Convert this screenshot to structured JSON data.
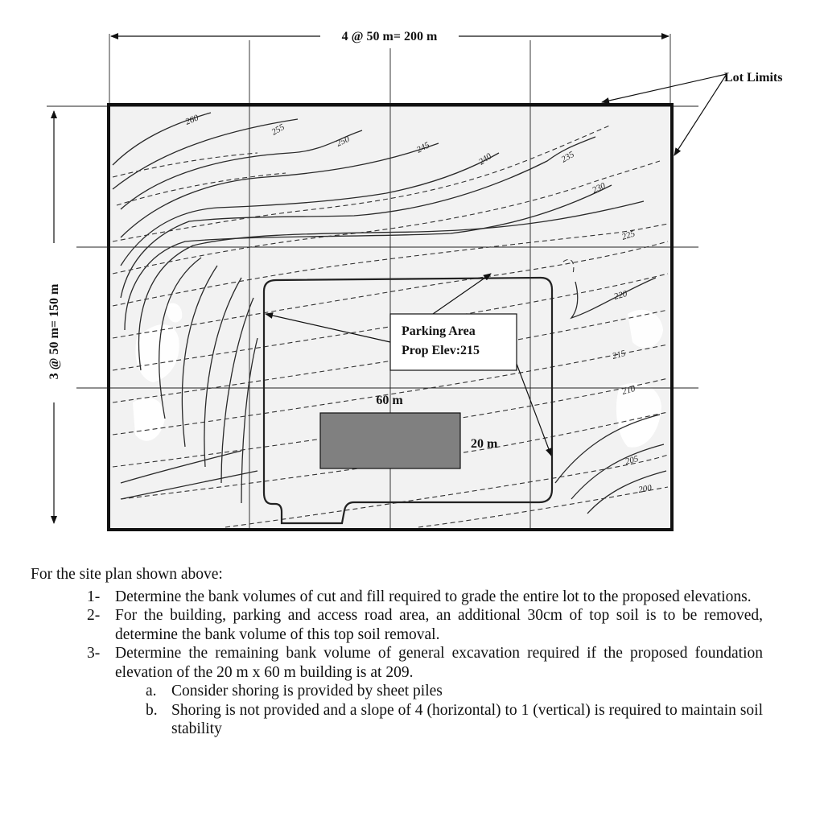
{
  "figure": {
    "width_dimension": "4 @ 50 m= 200 m",
    "height_dimension": "3 @ 50 m= 150 m",
    "lot_limits_label": "Lot Limits",
    "parking_label_line1": "Parking Area",
    "parking_label_line2": "Prop Elev:215",
    "building_width_label": "60 m",
    "building_depth_label": "20 m",
    "contour_labels": [
      "260",
      "255",
      "250",
      "245",
      "240",
      "235",
      "230",
      "225",
      "220",
      "215",
      "210",
      "205",
      "200"
    ],
    "colors": {
      "building": "#808080",
      "lot_border": "#111111",
      "site_background": "#f2f2f2"
    }
  },
  "problem": {
    "intro": "For the site plan shown above:",
    "tasks": [
      {
        "num": "1-",
        "text": "Determine the bank volumes of cut and fill required to grade the entire lot to the proposed elevations."
      },
      {
        "num": "2-",
        "text": "For the building, parking and access road area, an additional 30cm of top soil is to be removed, determine the bank volume of this top soil removal."
      },
      {
        "num": "3-",
        "text": "Determine the remaining bank volume of general excavation required if the proposed foundation elevation of the 20 m x 60 m building is at 209."
      }
    ],
    "subtasks": [
      {
        "num": "a.",
        "text": "Consider shoring is provided by sheet piles"
      },
      {
        "num": "b.",
        "text": "Shoring is not provided and a slope of 4 (horizontal) to 1 (vertical) is required to maintain soil stability"
      }
    ]
  }
}
